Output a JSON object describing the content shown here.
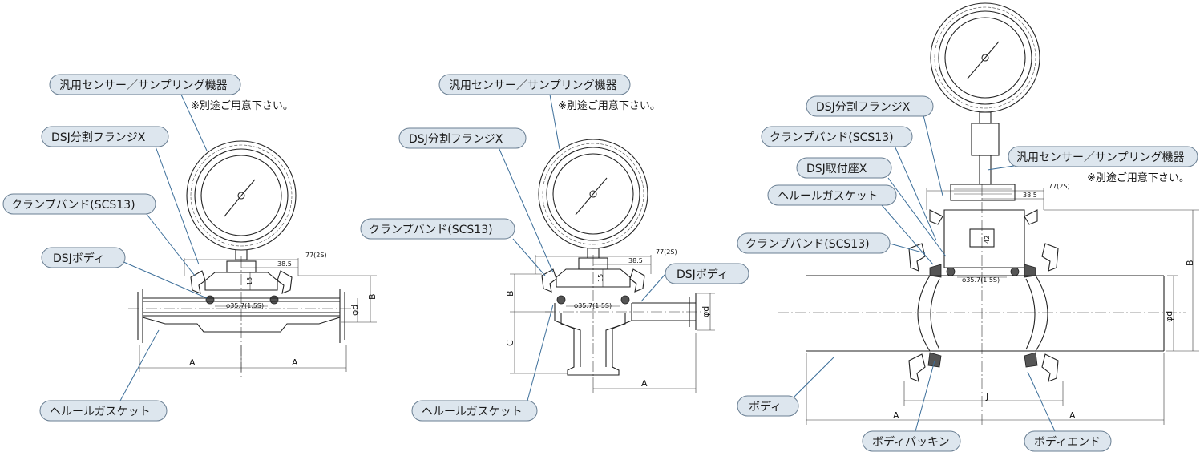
{
  "colors": {
    "label_fill": "#dde6ee",
    "label_stroke": "#6a7f93",
    "leader": "#3d6f9a",
    "line": "#222222",
    "gasket": "#555555"
  },
  "note": "※別途ご用意下さい。",
  "figures": [
    {
      "labels": {
        "sensor": "汎用センサー／サンプリング機器",
        "flange": "DSJ分割フランジX",
        "clamp": "クランプバンド(SCS13)",
        "body": "DSJボディ",
        "gasket": "ヘルールガスケット"
      },
      "dims": {
        "d1": "77(2S)",
        "d2": "38.5",
        "d3": "15",
        "phi": "φ35.7(1.5S)",
        "B": "B",
        "phid": "φd",
        "A1": "A",
        "A2": "A"
      }
    },
    {
      "labels": {
        "sensor": "汎用センサー／サンプリング機器",
        "flange": "DSJ分割フランジX",
        "clamp": "クランプバンド(SCS13)",
        "body": "DSJボディ",
        "gasket": "ヘルールガスケット"
      },
      "dims": {
        "d1": "77(2S)",
        "d2": "38.5",
        "d3": "15",
        "phi": "φ35.7(1.5S)",
        "B": "B",
        "C": "C",
        "phid": "φd",
        "A": "A"
      }
    },
    {
      "labels": {
        "flange": "DSJ分割フランジX",
        "clamp1": "クランプバンド(SCS13)",
        "mount": "DSJ取付座X",
        "gasket": "ヘルールガスケット",
        "clamp2": "クランプバンド(SCS13)",
        "sensor": "汎用センサー／サンプリング機器",
        "body": "ボディ",
        "packing": "ボディパッキン",
        "end": "ボディエンド"
      },
      "dims": {
        "d1": "77(2S)",
        "d2": "38.5",
        "d3": "42",
        "phi": "φ35.7(1.5S)",
        "B": "B",
        "phid": "φd",
        "J": "J",
        "A1": "A",
        "A2": "A"
      }
    }
  ]
}
